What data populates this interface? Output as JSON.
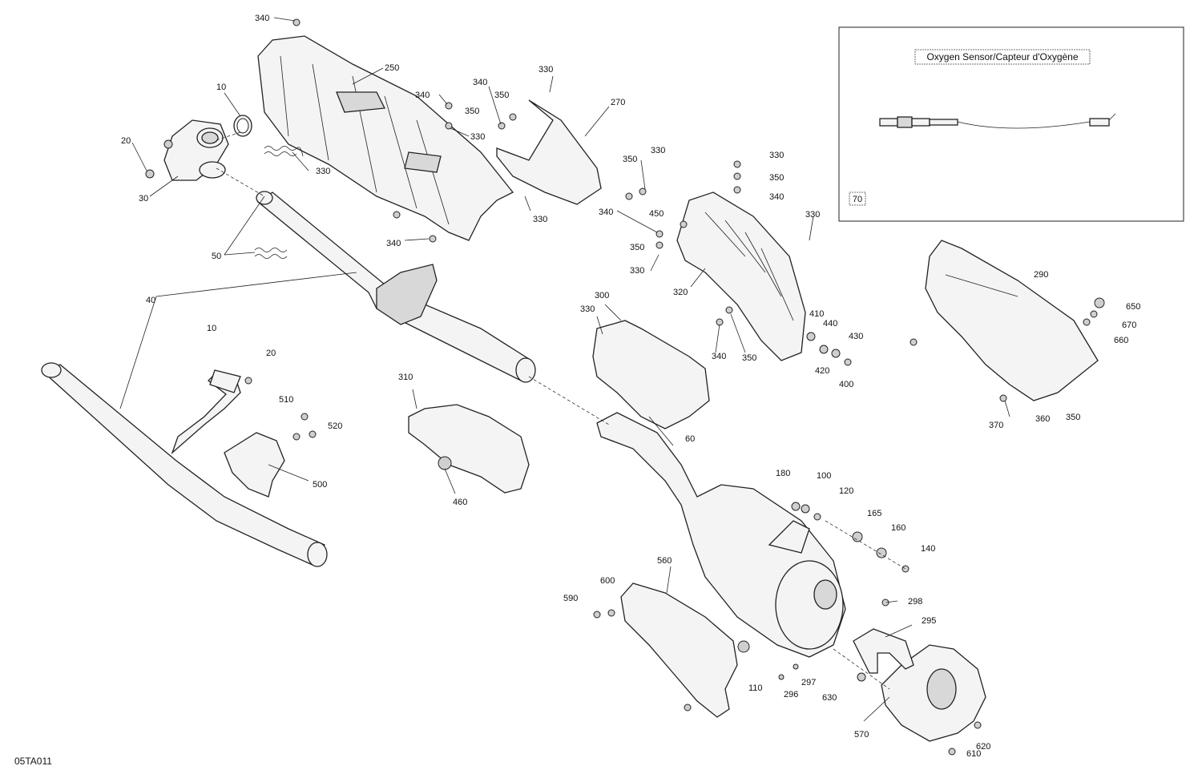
{
  "inset": {
    "title": "Oxygen Sensor/Capteur d'Oxygène",
    "ref": "70"
  },
  "footer": {
    "code": "05TA011"
  },
  "callouts": [
    {
      "id": "c340a",
      "label": "340"
    },
    {
      "id": "c250",
      "label": "250"
    },
    {
      "id": "c10a",
      "label": "10"
    },
    {
      "id": "c20a",
      "label": "20"
    },
    {
      "id": "c30",
      "label": "30"
    },
    {
      "id": "c330a",
      "label": "330"
    },
    {
      "id": "c50",
      "label": "50"
    },
    {
      "id": "c40",
      "label": "40"
    },
    {
      "id": "c340b",
      "label": "340"
    },
    {
      "id": "c350a",
      "label": "350"
    },
    {
      "id": "c330b",
      "label": "330"
    },
    {
      "id": "c340c",
      "label": "340"
    },
    {
      "id": "c350b",
      "label": "350"
    },
    {
      "id": "c330c",
      "label": "330"
    },
    {
      "id": "c270",
      "label": "270"
    },
    {
      "id": "c330d",
      "label": "330"
    },
    {
      "id": "c340d",
      "label": "340"
    },
    {
      "id": "c350c",
      "label": "350"
    },
    {
      "id": "c330e",
      "label": "330"
    },
    {
      "id": "c340e",
      "label": "340"
    },
    {
      "id": "c450",
      "label": "450"
    },
    {
      "id": "c350d",
      "label": "350"
    },
    {
      "id": "c330f",
      "label": "330"
    },
    {
      "id": "c320",
      "label": "320"
    },
    {
      "id": "c330g",
      "label": "330"
    },
    {
      "id": "c350e",
      "label": "350"
    },
    {
      "id": "c340f",
      "label": "340"
    },
    {
      "id": "c330h",
      "label": "330"
    },
    {
      "id": "c300",
      "label": "300"
    },
    {
      "id": "c330i",
      "label": "330"
    },
    {
      "id": "c340g",
      "label": "340"
    },
    {
      "id": "c350f",
      "label": "350"
    },
    {
      "id": "c410",
      "label": "410"
    },
    {
      "id": "c440",
      "label": "440"
    },
    {
      "id": "c430",
      "label": "430"
    },
    {
      "id": "c420",
      "label": "420"
    },
    {
      "id": "c400",
      "label": "400"
    },
    {
      "id": "c290",
      "label": "290"
    },
    {
      "id": "c650",
      "label": "650"
    },
    {
      "id": "c670",
      "label": "670"
    },
    {
      "id": "c660",
      "label": "660"
    },
    {
      "id": "c370",
      "label": "370"
    },
    {
      "id": "c360",
      "label": "360"
    },
    {
      "id": "c350g",
      "label": "350"
    },
    {
      "id": "c10b",
      "label": "10"
    },
    {
      "id": "c20b",
      "label": "20"
    },
    {
      "id": "c510",
      "label": "510"
    },
    {
      "id": "c520",
      "label": "520"
    },
    {
      "id": "c500",
      "label": "500"
    },
    {
      "id": "c310",
      "label": "310"
    },
    {
      "id": "c460",
      "label": "460"
    },
    {
      "id": "c60",
      "label": "60"
    },
    {
      "id": "c180",
      "label": "180"
    },
    {
      "id": "c100",
      "label": "100"
    },
    {
      "id": "c120",
      "label": "120"
    },
    {
      "id": "c165",
      "label": "165"
    },
    {
      "id": "c160",
      "label": "160"
    },
    {
      "id": "c140",
      "label": "140"
    },
    {
      "id": "c560",
      "label": "560"
    },
    {
      "id": "c600",
      "label": "600"
    },
    {
      "id": "c590",
      "label": "590"
    },
    {
      "id": "c298",
      "label": "298"
    },
    {
      "id": "c295",
      "label": "295"
    },
    {
      "id": "c110",
      "label": "110"
    },
    {
      "id": "c297",
      "label": "297"
    },
    {
      "id": "c296",
      "label": "296"
    },
    {
      "id": "c630",
      "label": "630"
    },
    {
      "id": "c570",
      "label": "570"
    },
    {
      "id": "c620",
      "label": "620"
    },
    {
      "id": "c610",
      "label": "610"
    }
  ]
}
